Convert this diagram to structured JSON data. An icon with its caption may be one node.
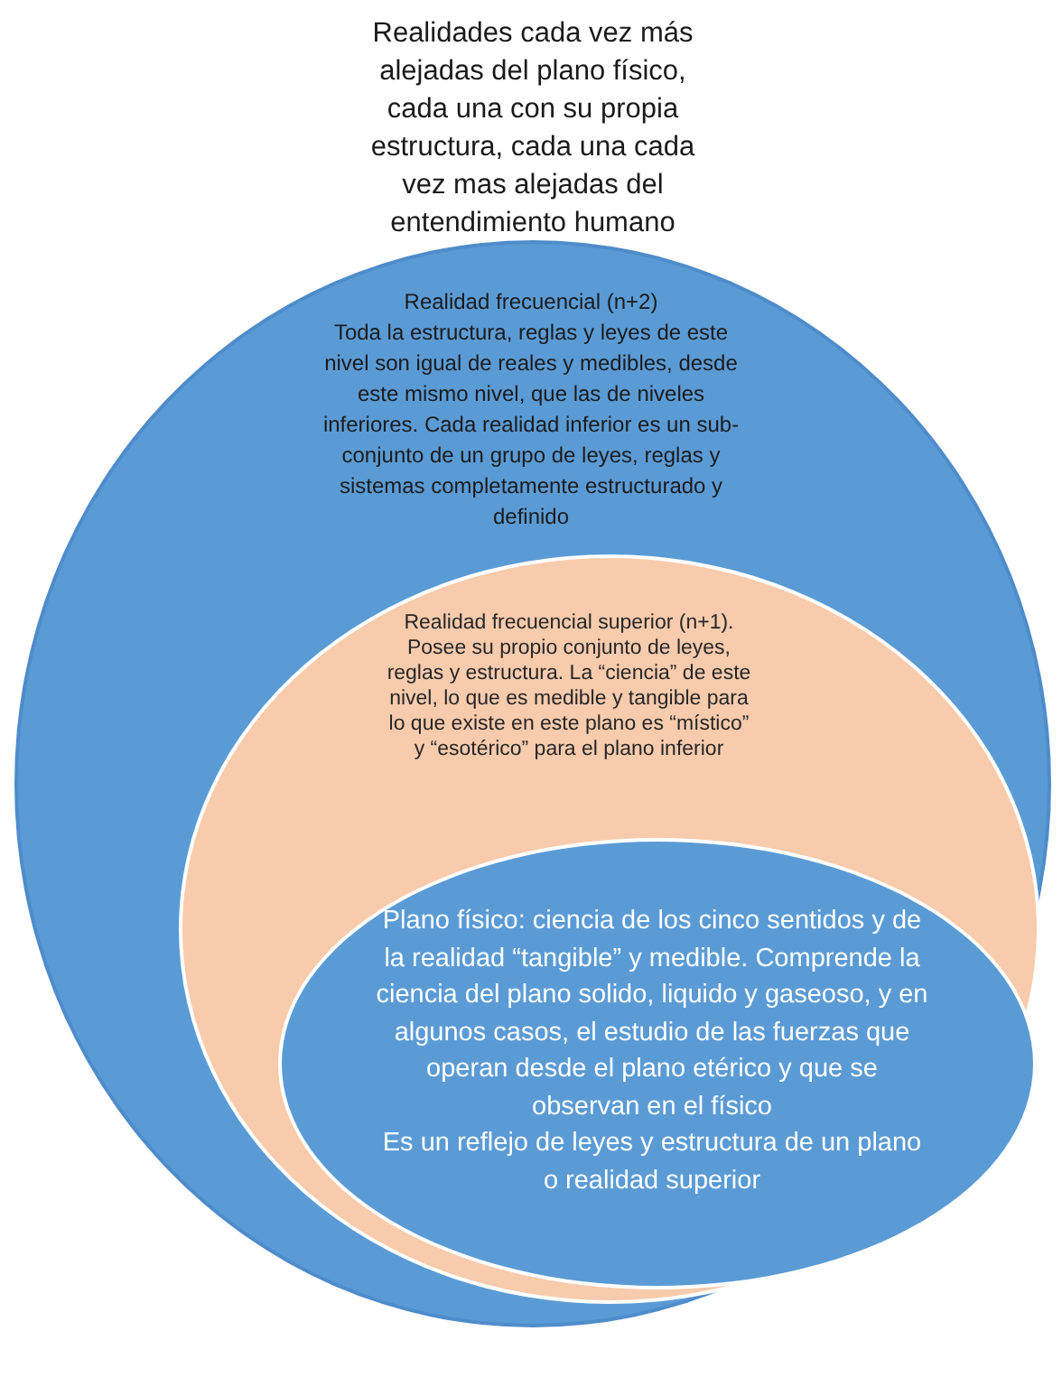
{
  "diagram": {
    "title": "Realidades cada vez más alejadas del plano físico, cada una con su propia estructura, cada una cada vez mas alejadas del entendimiento humano",
    "nodes": [
      {
        "text": [
          "Realidad frecuencial (n+2)",
          "Toda la estructura, reglas y leyes de este nivel son igual de reales y medibles, desde este mismo nivel, que las de niveles inferiores. Cada realidad inferior es un sub-conjunto de un grupo de leyes, reglas y sistemas completamente estructurado y definido"
        ]
      },
      {
        "text": [
          "Realidad frecuencial superior (n+1).",
          "Posee su propio conjunto de leyes, reglas y estructura. La “ciencia” de este nivel, lo que es medible y tangible para lo que existe en este plano es “místico” y “esotérico” para el plano inferior"
        ],
        "in": 0
      },
      {
        "text": [
          "Plano físico: ciencia de los cinco sentidos y de la realidad “tangible” y medible. Comprende la ciencia del plano solido, liquido y gaseoso, y en algunos casos, el estudio de las fuerzas que operan desde el plano etérico y que se observan en el físico",
          "Es un reflejo de leyes y estructura de un plano o realidad superior"
        ],
        "in": 1
      }
    ]
  }
}
